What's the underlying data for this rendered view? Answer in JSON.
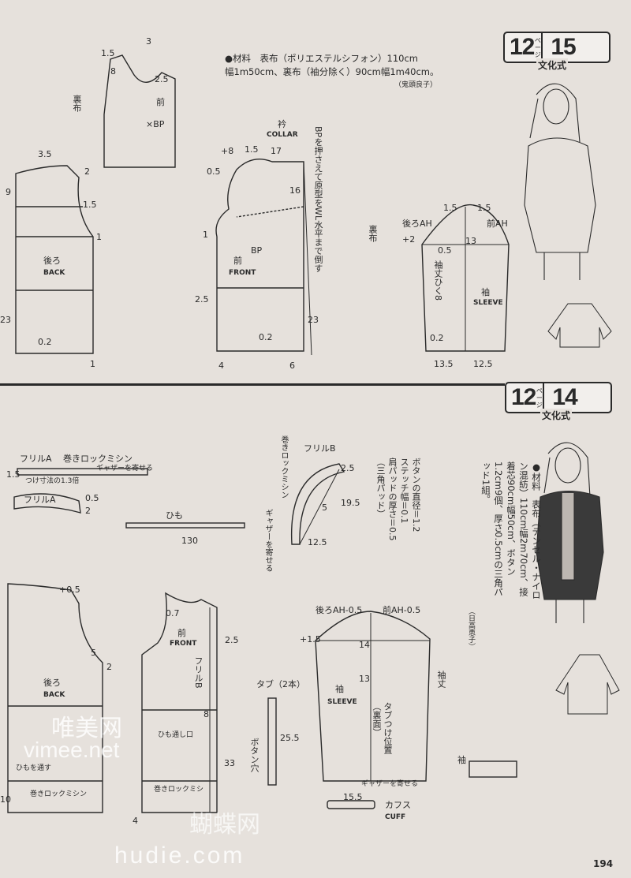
{
  "top_pattern": {
    "badge": {
      "page_num": "12",
      "page_label": "ページ",
      "pattern_num": "15",
      "style": "文化式"
    },
    "materials": {
      "line1": "●材料　表布（ポリエステルシフォン）110cm",
      "line2": "幅1m50cm、裏布（袖分除く）90cm幅1m40cm。",
      "author": "（鬼頭良子）"
    },
    "labels": {
      "back_jp": "後ろ",
      "back_en": "BACK",
      "front_jp": "前",
      "front_en": "FRONT",
      "collar_jp": "衿",
      "collar_en": "COLLAR",
      "sleeve_jp": "袖",
      "sleeve_en": "SLEEVE",
      "lining": "裏布",
      "lining2": "裏布",
      "bp": "BP",
      "bp2": "×BP",
      "front_small": "前",
      "note_bp": "BPを押さえて原型をWL水平まで倒す",
      "sleeve_length": "袖丈ひく8",
      "back_ah": "後ろAH",
      "front_ah": "前AH",
      "d_3": "3",
      "d_15": "1.5",
      "d_8": "8",
      "d_25": "2.5",
      "d_35": "3.5",
      "d_2": "2",
      "d_9": "9",
      "d_15b": "1.5",
      "d_1": "1",
      "d_23": "23",
      "d_02": "0.2",
      "d_1b": "1",
      "d_p8": "+8",
      "d_15c": "1.5",
      "d_17": "17",
      "d_05": "0.5",
      "d_16": "16",
      "d_1c": "1",
      "d_25b": "2.5",
      "d_23b": "23",
      "d_02b": "0.2",
      "d_4": "4",
      "d_6": "6",
      "d_p2": "+2",
      "d_15d": "1.5",
      "d_15e": "1.5",
      "d_13": "13",
      "d_05b": "0.5",
      "d_02c": "0.2",
      "d_135": "13.5",
      "d_125": "12.5"
    }
  },
  "bottom_pattern": {
    "badge": {
      "page_num": "12",
      "page_label": "ページ",
      "pattern_num": "14",
      "style": "文化式"
    },
    "materials": "●材料　表布（テンセル・ナイロン混紡）110cm幅2m70cm、接着芯90cm幅50cm、ボタン1.2cm9個、厚さ0.5cmの三角パッド1組。",
    "author": "（日高恵子）",
    "notes": {
      "button_diameter": "ボタンの直径＝1.2",
      "stitch_width": "ステッチ幅＝0.1",
      "pad_thickness": "肩パッドの厚さ＝0.5",
      "pad_type": "（三角パッド）"
    },
    "labels": {
      "frill_a": "フリルA",
      "frill_a2": "フリルA",
      "frill_b": "フリルB",
      "frill_b2": "フリルB",
      "rolled_hem": "巻きロックミシン",
      "gather": "ギャザーを寄せる",
      "size_13x": "つけ寸法の1.3倍",
      "rolled_hem_b": "巻きロックミシン",
      "gather_b": "ギャザーを寄せる",
      "string": "ひも",
      "d_130": "130",
      "back_jp": "後ろ",
      "back_en": "BACK",
      "front_jp": "前",
      "front_en": "FRONT",
      "sleeve_jp": "袖",
      "sleeve_en": "SLEEVE",
      "tab": "タブ（2本）",
      "button_hole": "ボタン穴",
      "string_through": "ひもを通す",
      "string_through2": "ひも通し口",
      "rolled_hem_c": "巻きロックミシン",
      "rolled_hem_d": "巻きロックミシ",
      "back_ah": "後ろAH-0.5",
      "front_ah": "前AH-0.5",
      "sleeve_length": "袖丈",
      "tab_position": "タブつけ位置（裏面）",
      "gather_c": "ギャザーを寄せる",
      "cuff_jp": "カフス",
      "cuff_en": "CUFF",
      "sleeve_small": "袖",
      "d_05": "0.5",
      "d_2": "2",
      "d_15": "1.5",
      "d_25": "2.5",
      "d_195": "19.5",
      "d_5": "5",
      "d_125": "12.5",
      "d_p05": "+0.5",
      "d_5b": "5",
      "d_2b": "2",
      "d_07": "0.7",
      "d_25b": "2.5",
      "d_8": "8",
      "d_33": "33",
      "d_255": "25.5",
      "d_p15": "+1.5",
      "d_14": "14",
      "d_13": "13",
      "d_155": "15.5",
      "d_10": "10",
      "d_4": "4"
    }
  },
  "watermarks": {
    "site1": "唯美网",
    "site1_url": "vimee.net",
    "site2": "蝴蝶网",
    "site2_url": "hudie.com"
  },
  "page_number": "194"
}
